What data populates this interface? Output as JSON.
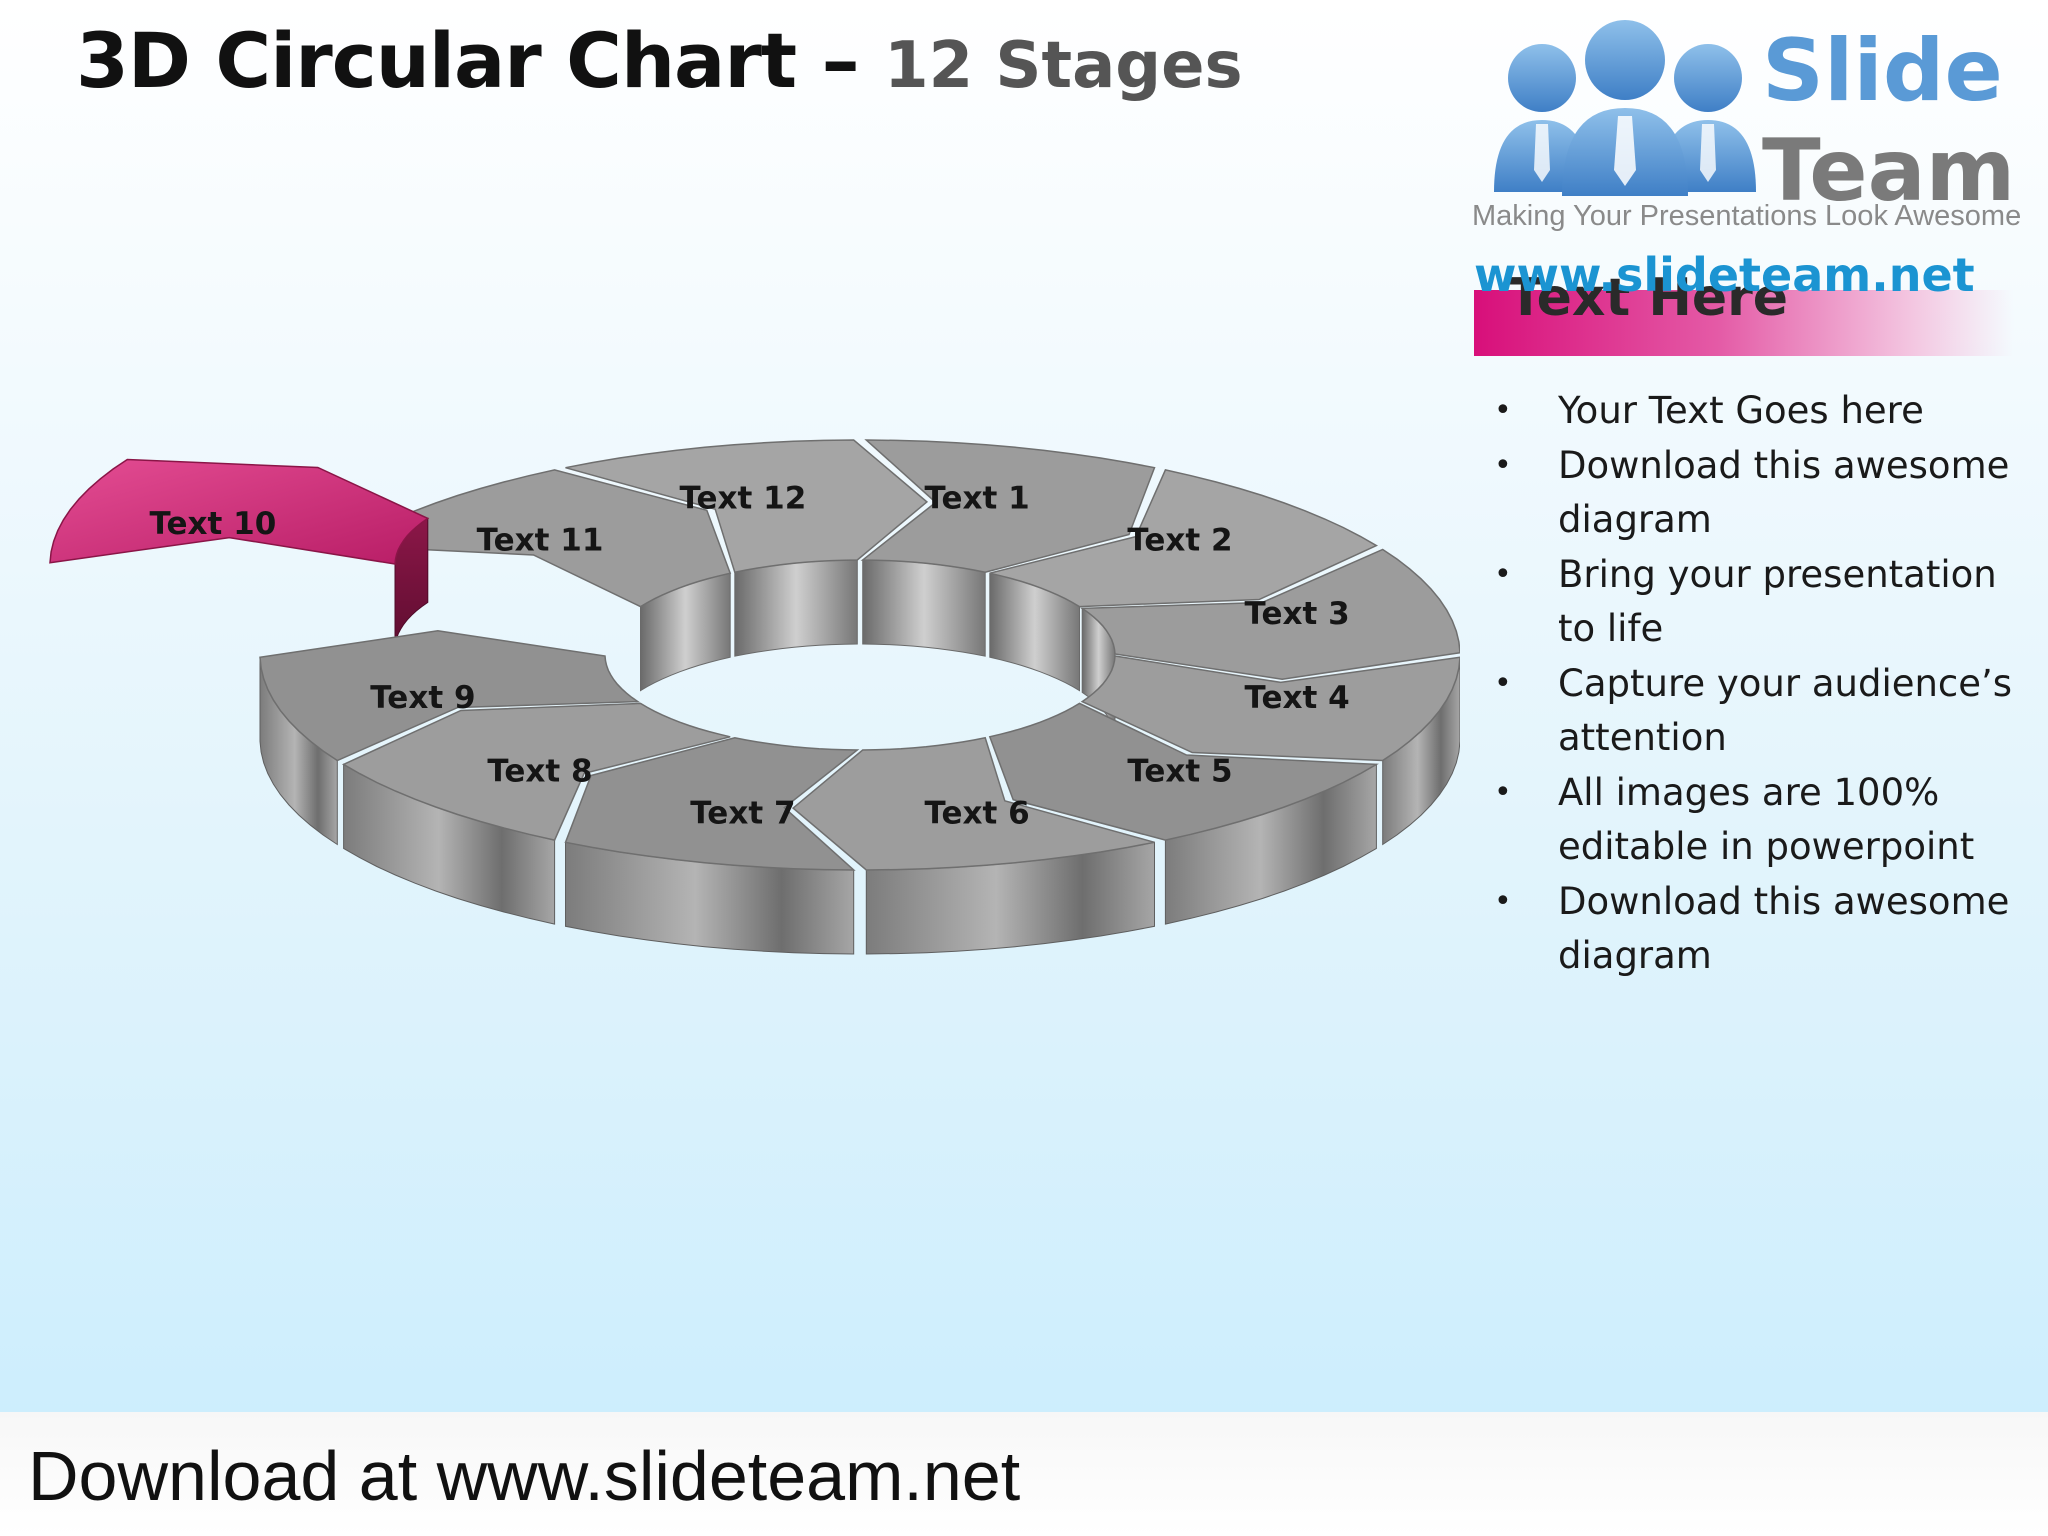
{
  "title": {
    "main": "3D Circular Chart –",
    "sub": "12 Stages"
  },
  "logo": {
    "name_top": "Slide",
    "name_bottom": "Team",
    "tagline": "Making Your Presentations Look Awesome",
    "url": "www.slideteam.net",
    "people_icon": "people-group-icon"
  },
  "sidebar": {
    "header": "Text Here",
    "bullets": [
      "Your Text Goes here",
      "Download this awesome diagram",
      "Bring your presentation to life",
      "Capture your audience’s attention",
      "All images are 100% editable in powerpoint",
      "Download this awesome diagram"
    ]
  },
  "diagram": {
    "highlighted_stage": "Text 10",
    "stages": [
      "Text 1",
      "Text 2",
      "Text 3",
      "Text 4",
      "Text 5",
      "Text 6",
      "Text 7",
      "Text 8",
      "Text 9",
      "Text 10",
      "Text 11",
      "Text 12"
    ],
    "colors": {
      "segment": "#9a9a9a",
      "highlight": "#c8306e"
    }
  },
  "footer": {
    "text": "Download at www.slideteam.net"
  }
}
